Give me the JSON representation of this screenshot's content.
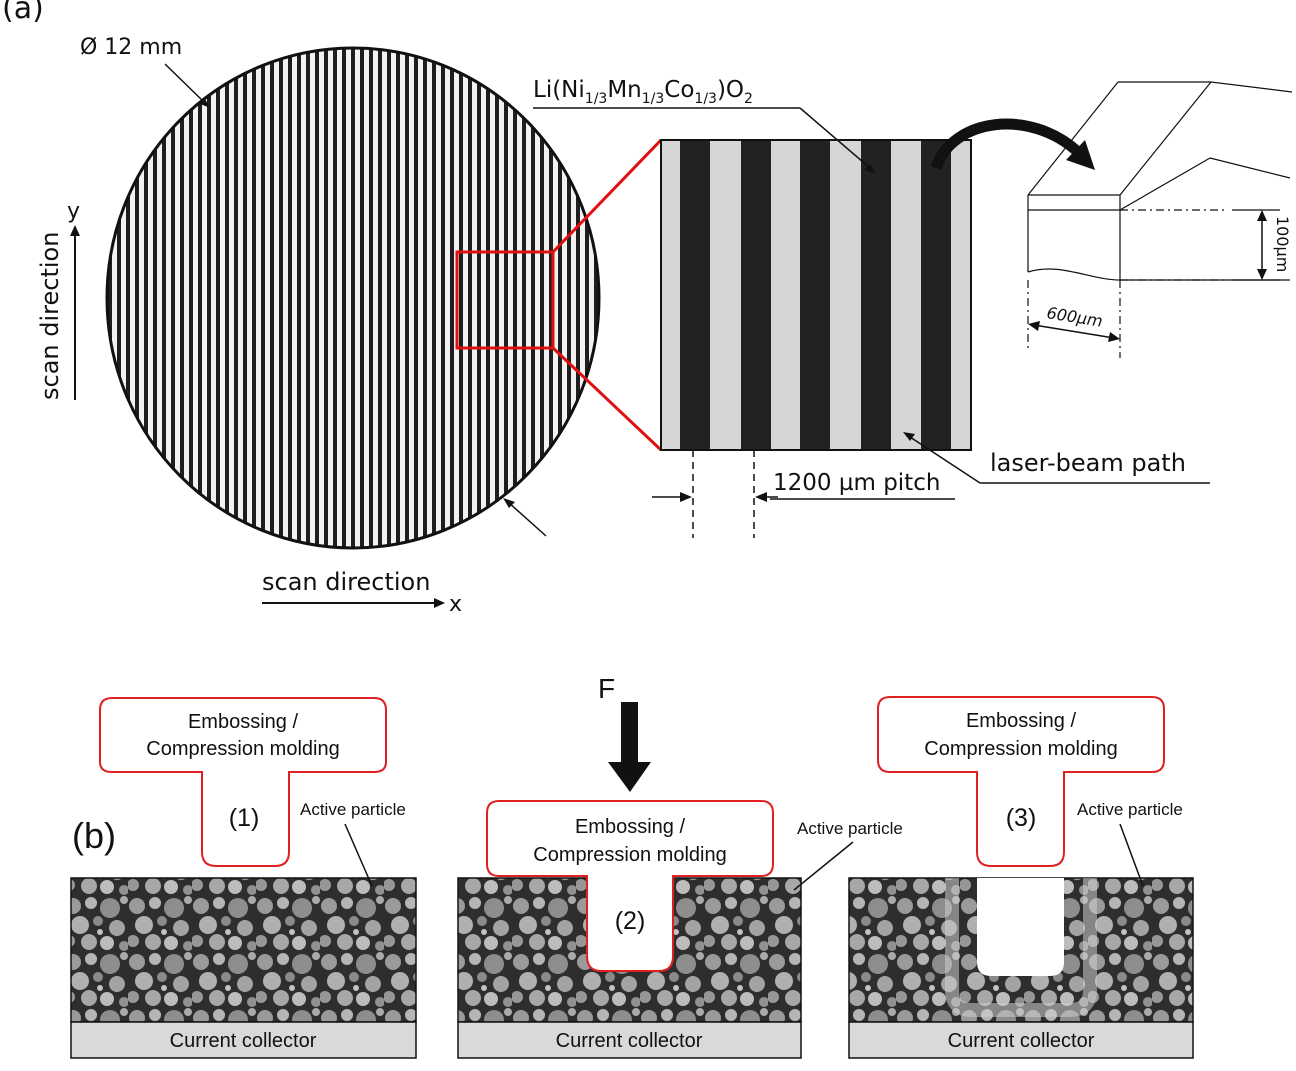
{
  "panel_a": {
    "label": "(a)",
    "diameter_label": "Ø 12 mm",
    "material_label_parts": [
      "Li(Ni",
      "1/3",
      "Mn",
      "1/3",
      "Co",
      "1/3",
      ")O",
      "2"
    ],
    "scan_direction_y_label": "scan direction",
    "scan_direction_x_label": "scan direction",
    "y_axis_letter": "y",
    "x_axis_letter": "x",
    "pitch_label": "1200 µm pitch",
    "laser_path_label": "laser-beam path",
    "height_label": "100µm",
    "width_label": "600µm",
    "colors": {
      "stripe_dark": "#222222",
      "stripe_light": "#d6d6d6",
      "zoom": "#e01010"
    }
  },
  "panel_b": {
    "label": "(b)",
    "force_label": "F",
    "steps": [
      {
        "number": "(1)",
        "tool_line1": "Embossing /",
        "tool_line2": "Compression molding",
        "particle_label": "Active particle",
        "collector_label": "Current collector"
      },
      {
        "number": "(2)",
        "tool_line1": "Embossing /",
        "tool_line2": "Compression molding",
        "particle_label": "Active particle",
        "collector_label": "Current collector"
      },
      {
        "number": "(3)",
        "tool_line1": "Embossing /",
        "tool_line2": "Compression molding",
        "particle_label": "Active particle",
        "collector_label": "Current collector"
      }
    ],
    "colors": {
      "tool_outline": "#e02020",
      "collector_fill": "#d9d9d9",
      "electrode_fill": "#3a3a3a"
    }
  }
}
